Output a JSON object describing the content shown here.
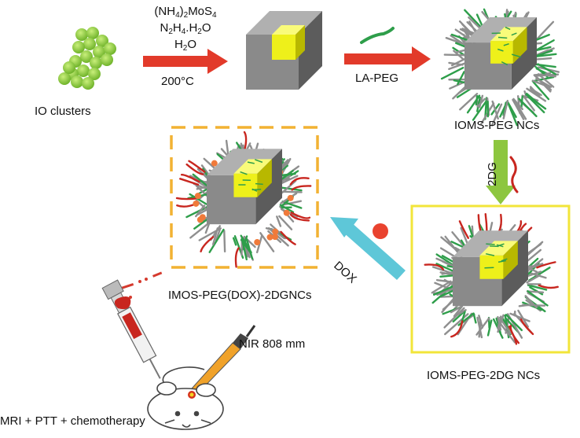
{
  "labels": {
    "io_clusters": "IO clusters",
    "reagents": {
      "line1": {
        "a": "(NH",
        "s1": "4",
        "b": ")",
        "s2": "2",
        "c": "MoS",
        "s3": "4"
      },
      "line2": {
        "a": "N",
        "s1": "2",
        "b": "H",
        "s2": "4",
        "c": ".H",
        "s3": "2",
        "d": "O"
      },
      "line3": {
        "a": "H",
        "s1": "2",
        "b": "O"
      },
      "temperature": "200°C"
    },
    "la_peg": "LA-PEG",
    "iom_peg": "IOMS-PEG NCs",
    "two_dg": "2DG",
    "iom_peg_2dg": "IOMS-PEG-2DG NCs",
    "dox": "DOX",
    "imos_dox": "IMOS-PEG(DOX)-2DGNCs",
    "nir": "NIR 808 mm",
    "therapy": "MRI + PTT + chemotherapy"
  },
  "colors": {
    "sphere_green": "#8dc63f",
    "arrow_red": "#e23a2a",
    "arrow_green": "#8dc63f",
    "arrow_cyan": "#5ec7d8",
    "cube_gray": "#8a8a8a",
    "core_yellow": "#eef01a",
    "peg_green": "#2e9e4a",
    "dg_red": "#c8261f",
    "dox_orange": "#f07a3a",
    "box_yellow": "#f2e53a",
    "dash_orange": "#f2b233"
  }
}
